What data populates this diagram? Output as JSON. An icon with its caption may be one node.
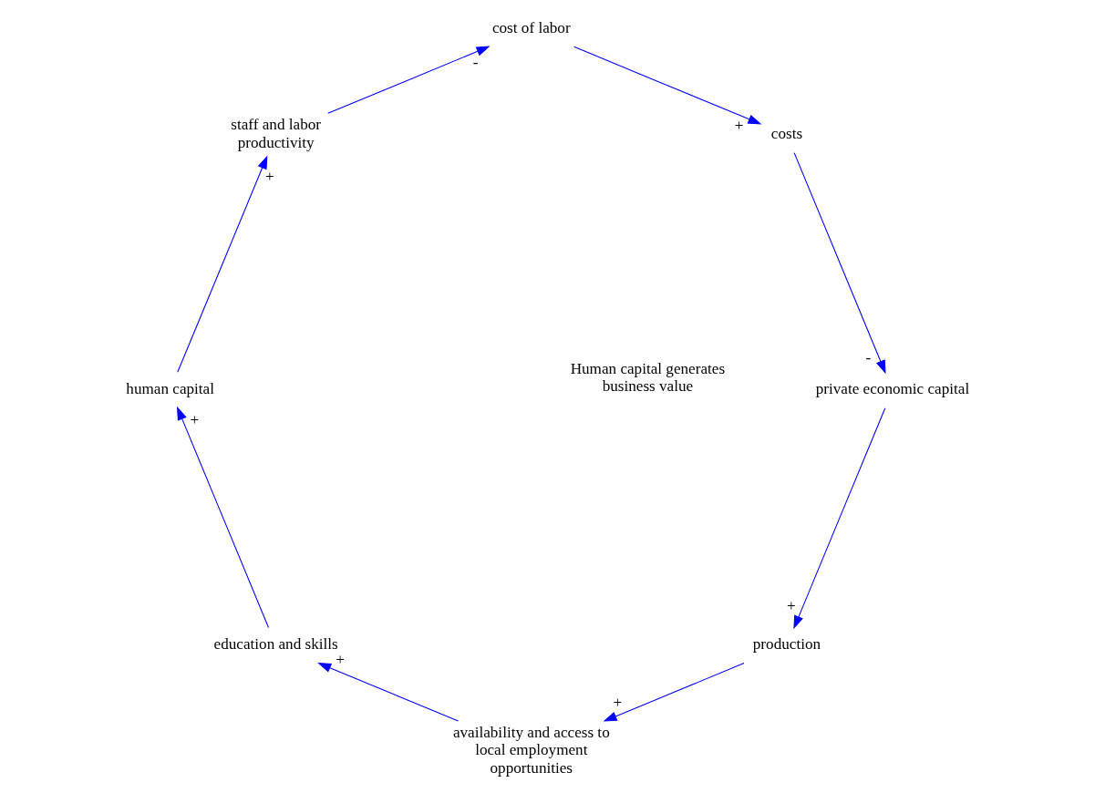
{
  "diagram": {
    "nodes": [
      {
        "text": [
          "production"
        ]
      },
      {
        "text": [
          "availability and access to local employment opportunities"
        ]
      },
      {
        "text": [
          "education and skills"
        ]
      },
      {
        "text": [
          "human capital"
        ]
      },
      {
        "text": [
          "staff and labor productivity"
        ]
      },
      {
        "text": [
          "cost of labor"
        ]
      },
      {
        "text": [
          "costs"
        ]
      },
      {
        "text": [
          "private economic capital"
        ]
      }
    ],
    "edges": [
      {
        "from": 7,
        "to": 0,
        "arrow": "to",
        "label": "+"
      },
      {
        "from": 0,
        "to": 1,
        "arrow": "to",
        "label": "+"
      },
      {
        "from": 1,
        "to": 2,
        "arrow": "to",
        "label": "+"
      },
      {
        "from": 2,
        "to": 3,
        "arrow": "to",
        "label": "+"
      },
      {
        "from": 3,
        "to": 4,
        "arrow": "to",
        "label": "+"
      },
      {
        "from": 4,
        "to": 5,
        "arrow": "to",
        "label": "-"
      },
      {
        "from": 5,
        "to": 6,
        "arrow": "to",
        "label": "+"
      },
      {
        "from": 6,
        "to": 7,
        "arrow": "to",
        "label": "-"
      }
    ],
    "labels": [
      "Human capital generates business value"
    ]
  }
}
